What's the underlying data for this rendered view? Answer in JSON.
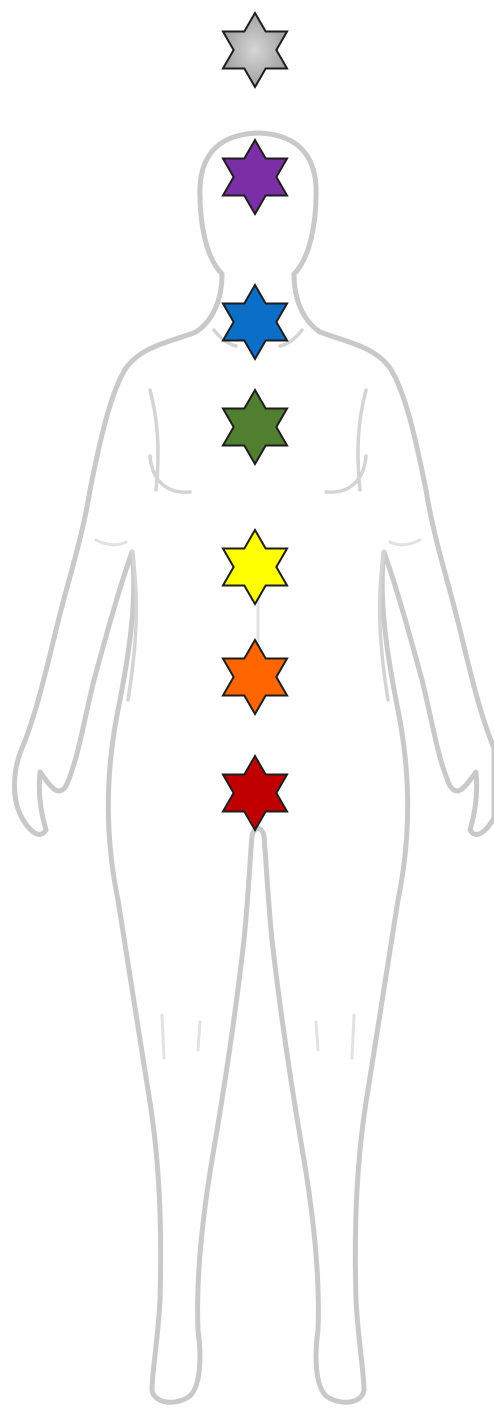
{
  "figure": {
    "subject": "human-figure-outline",
    "outline_color": "#c9c9c9",
    "background_color": "#ffffff"
  },
  "chakras": [
    {
      "id": "crown",
      "color": "#a8a8a8",
      "icon": "star-of-david-icon"
    },
    {
      "id": "third-eye",
      "color": "#7a2fa7",
      "icon": "star-of-david-icon"
    },
    {
      "id": "throat",
      "color": "#0b6fc8",
      "icon": "star-of-david-icon"
    },
    {
      "id": "heart",
      "color": "#4f7f2f",
      "icon": "star-of-david-icon"
    },
    {
      "id": "solar-plexus",
      "color": "#ffff00",
      "icon": "star-of-david-icon"
    },
    {
      "id": "sacral",
      "color": "#ff6600",
      "icon": "star-of-david-icon"
    },
    {
      "id": "root",
      "color": "#c00000",
      "icon": "star-of-david-icon"
    }
  ]
}
